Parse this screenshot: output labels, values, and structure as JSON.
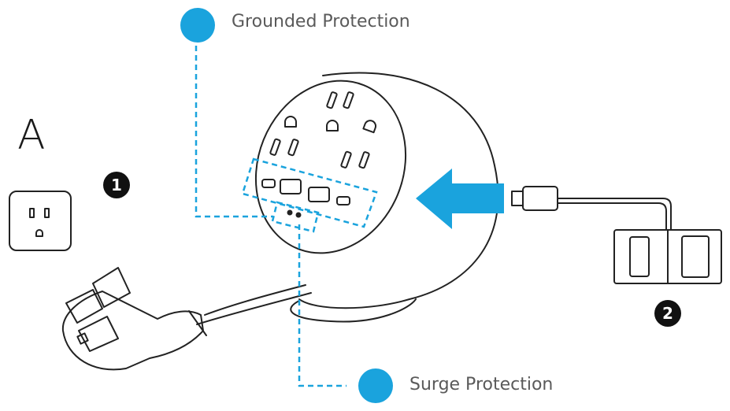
{
  "section_letter": "A",
  "callouts": {
    "grounded": "Grounded Protection",
    "surge": "Surge Protection"
  },
  "steps": [
    "1",
    "2"
  ],
  "colors": {
    "accent": "#1aa3dd",
    "line": "#222222",
    "text": "#5a5a5a"
  }
}
